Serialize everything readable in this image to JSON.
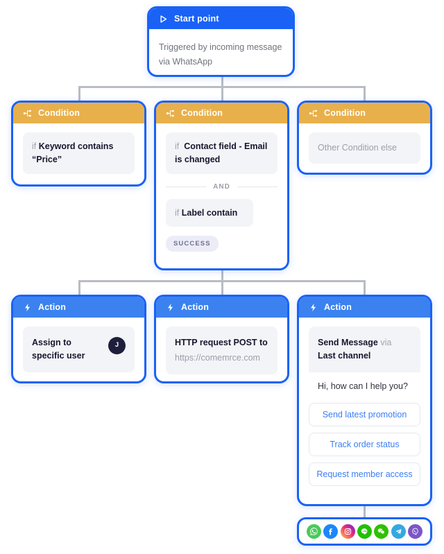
{
  "diagram": {
    "type": "flow-automation-builder",
    "colors": {
      "start_header": "#1a62f5",
      "condition_header": "#e8b04b",
      "action_header": "#3b82f0",
      "node_border": "#1a62f5",
      "connector": "#b8bcc4",
      "chip_bg": "#f3f4f7",
      "badge_bg": "#ececf7",
      "badge_text": "#6f6f96",
      "quick_reply_text": "#3c7df5",
      "avatar_bg": "#1e1e3c"
    }
  },
  "start_node": {
    "header": "Start point",
    "icon": "play-triangle-icon",
    "body": "Triggered by incoming message via WhatsApp"
  },
  "conditions": [
    {
      "header": "Condition",
      "icon": "branch-icon",
      "rules": [
        {
          "prefix": "if",
          "text": "Keyword contains “Price”",
          "muted": false
        }
      ]
    },
    {
      "header": "Condition",
      "icon": "branch-icon",
      "rules": [
        {
          "prefix": "if",
          "text": "Contact field - Email is changed",
          "muted": false
        },
        {
          "prefix": "if",
          "text": "Label contain",
          "muted": false
        }
      ],
      "operator": "AND",
      "badge": "SUCCESS"
    },
    {
      "header": "Condition",
      "icon": "branch-icon",
      "rules": [
        {
          "prefix": "",
          "text": "Other Condition else",
          "muted": true
        }
      ]
    }
  ],
  "actions": [
    {
      "header": "Action",
      "icon": "lightning-bolt-icon",
      "title": "Assign to specific user",
      "avatar": "J"
    },
    {
      "header": "Action",
      "icon": "lightning-bolt-icon",
      "title": "HTTP request POST to",
      "subtitle": "https://comemrce.com"
    },
    {
      "header": "Action",
      "icon": "lightning-bolt-icon",
      "title_strong_1": "Send Message",
      "title_lite": "via",
      "title_strong_2": "Last channel",
      "message": "Hi, how can I help you?",
      "quick_replies": [
        "Send latest promotion",
        "Track order status",
        "Request member access"
      ]
    }
  ],
  "social_bar": {
    "channels": [
      {
        "name": "whatsapp-icon",
        "color": "#4ac959"
      },
      {
        "name": "facebook-icon",
        "color": "#1e86fb"
      },
      {
        "name": "instagram-icon",
        "color": "#e1306c"
      },
      {
        "name": "line-icon",
        "color": "#21c004"
      },
      {
        "name": "wechat-icon",
        "color": "#2dc100"
      },
      {
        "name": "telegram-icon",
        "color": "#36a8e0"
      },
      {
        "name": "viber-icon",
        "color": "#7b56c6"
      }
    ]
  }
}
